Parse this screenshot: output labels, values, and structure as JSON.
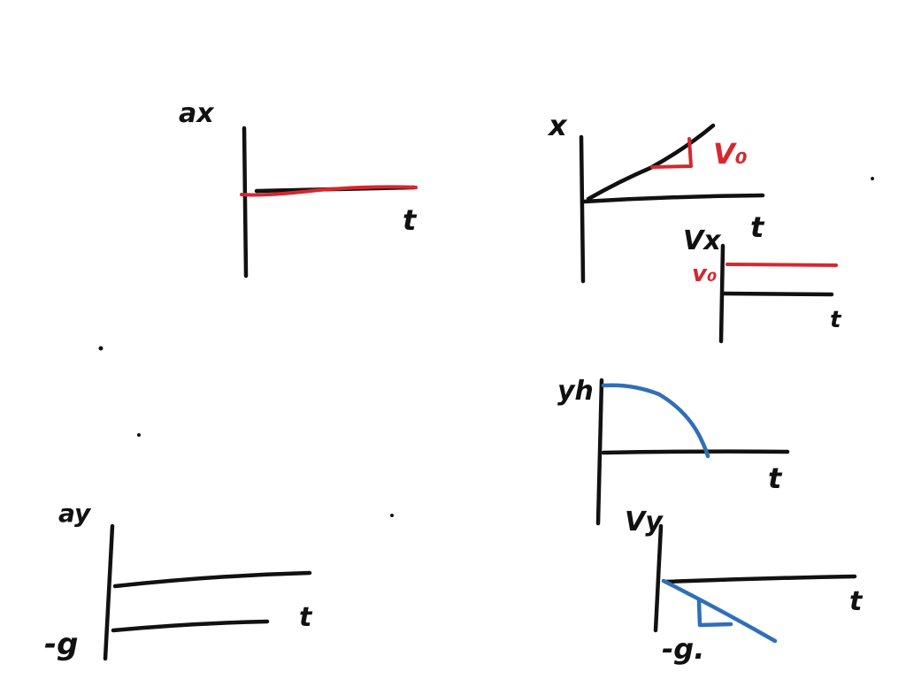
{
  "colors": {
    "ink": "#111111",
    "red": "#d8262e",
    "blue": "#2f6fb8",
    "background": "#ffffff"
  },
  "graphs": {
    "ax_t": {
      "ylabel": "ax",
      "xlabel": "t"
    },
    "x_t": {
      "ylabel": "x",
      "xlabel": "t",
      "slope_label": "V₀"
    },
    "vx_t": {
      "ylabel": "Vx",
      "xlabel": "t",
      "level_label": "v₀"
    },
    "y_t": {
      "ylabel": "yh",
      "xlabel": "t"
    },
    "vy_t": {
      "ylabel": "Vy",
      "xlabel": "t",
      "slope_label": "-g."
    },
    "ay_t": {
      "ylabel": "ay",
      "xlabel": "t",
      "level_label": "-g"
    }
  }
}
